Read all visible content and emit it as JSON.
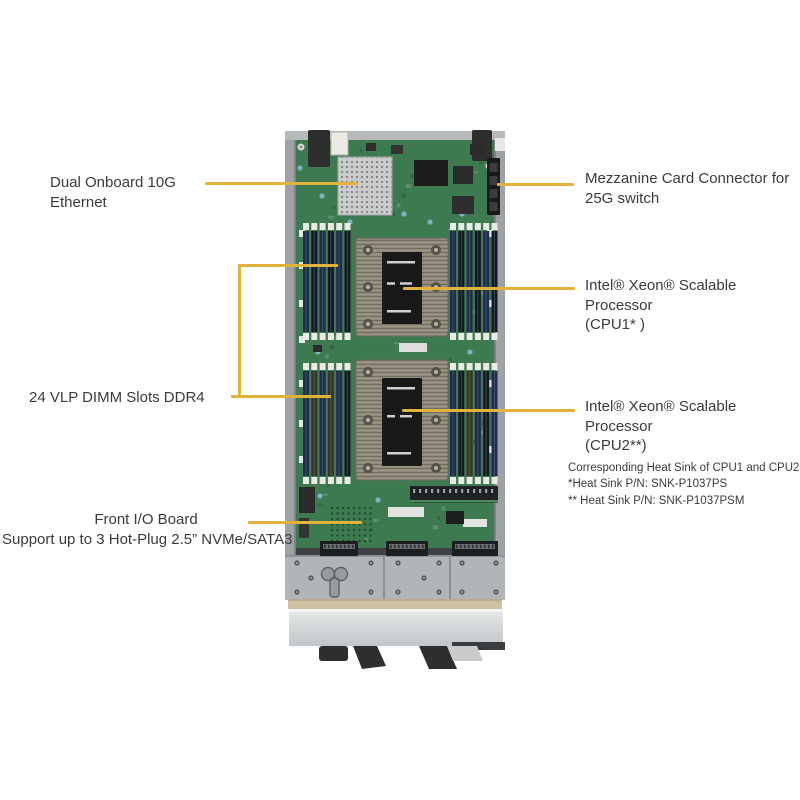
{
  "callouts": {
    "ethernet": {
      "line1": "Dual Onboard 10G",
      "line2": "Ethernet"
    },
    "mezzanine": {
      "line1": "Mezzanine Card Connector for",
      "line2": "25G switch"
    },
    "cpu1": {
      "line1": "Intel® Xeon® Scalable Processor",
      "line2": "(CPU1* )"
    },
    "dimm": {
      "label": "24 VLP DIMM Slots DDR4"
    },
    "cpu2": {
      "line1": "Intel® Xeon® Scalable Processor",
      "line2": "(CPU2**)"
    },
    "front_io": {
      "line1": "Front I/O Board",
      "line2": "Support up to 3 Hot-Plug 2.5” NVMe/SATA3"
    },
    "heatsink_note": {
      "line1": "Corresponding Heat Sink of CPU1 and CPU2",
      "line2": "*Heat Sink P/N: SNK-P1037PS",
      "line3": "** Heat Sink P/N: SNK-P1037PSM"
    }
  },
  "colors": {
    "callout_line": "#E2B33C",
    "text": "#3B3B3B",
    "pcb_green": "#3D7A50",
    "pcb_green_dark": "#2E5E3F",
    "pcb_green_light": "#4C8A5E",
    "dimm_navy": "#1F2C4E",
    "dimm_black": "#15181F",
    "dimm_brown": "#3A3322",
    "dimm_latch_white": "#E9E9E6",
    "heatsink_gray": "#8F8A7C",
    "heatsink_fin_dark": "#726D61",
    "heatsink_fin_light": "#A39D8E",
    "chip_black": "#1C1C1C",
    "perforated_heatsink": "#CBCBCB",
    "perforated_dot": "#7E7E7E",
    "rail_gray": "#9EA2A5",
    "sled_gray": "#B2B5B8",
    "panel_gray_light": "#E8EAEB",
    "panel_gray_dark": "#C3C6C8",
    "tan_strip": "#CDC3A4",
    "foot_black": "#2D2E30"
  }
}
